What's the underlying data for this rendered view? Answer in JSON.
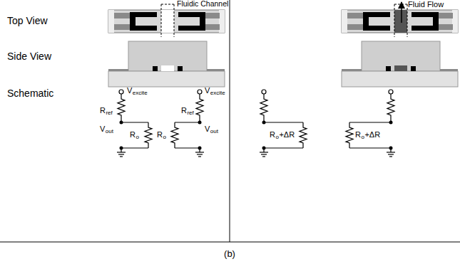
{
  "diagram": {
    "caption": "(b)",
    "labels": [
      "Top View",
      "Side View",
      "Schematic",
      "Fluidic Channel",
      "Fluid Flow",
      "V",
      "excite",
      "R",
      "ref",
      "V",
      "out",
      "R",
      "o",
      "V",
      "excite",
      "R",
      "ref",
      "R",
      "o",
      "V",
      "out",
      "R",
      "o",
      "+ΔR",
      "R",
      "o",
      "+ΔR"
    ]
  }
}
